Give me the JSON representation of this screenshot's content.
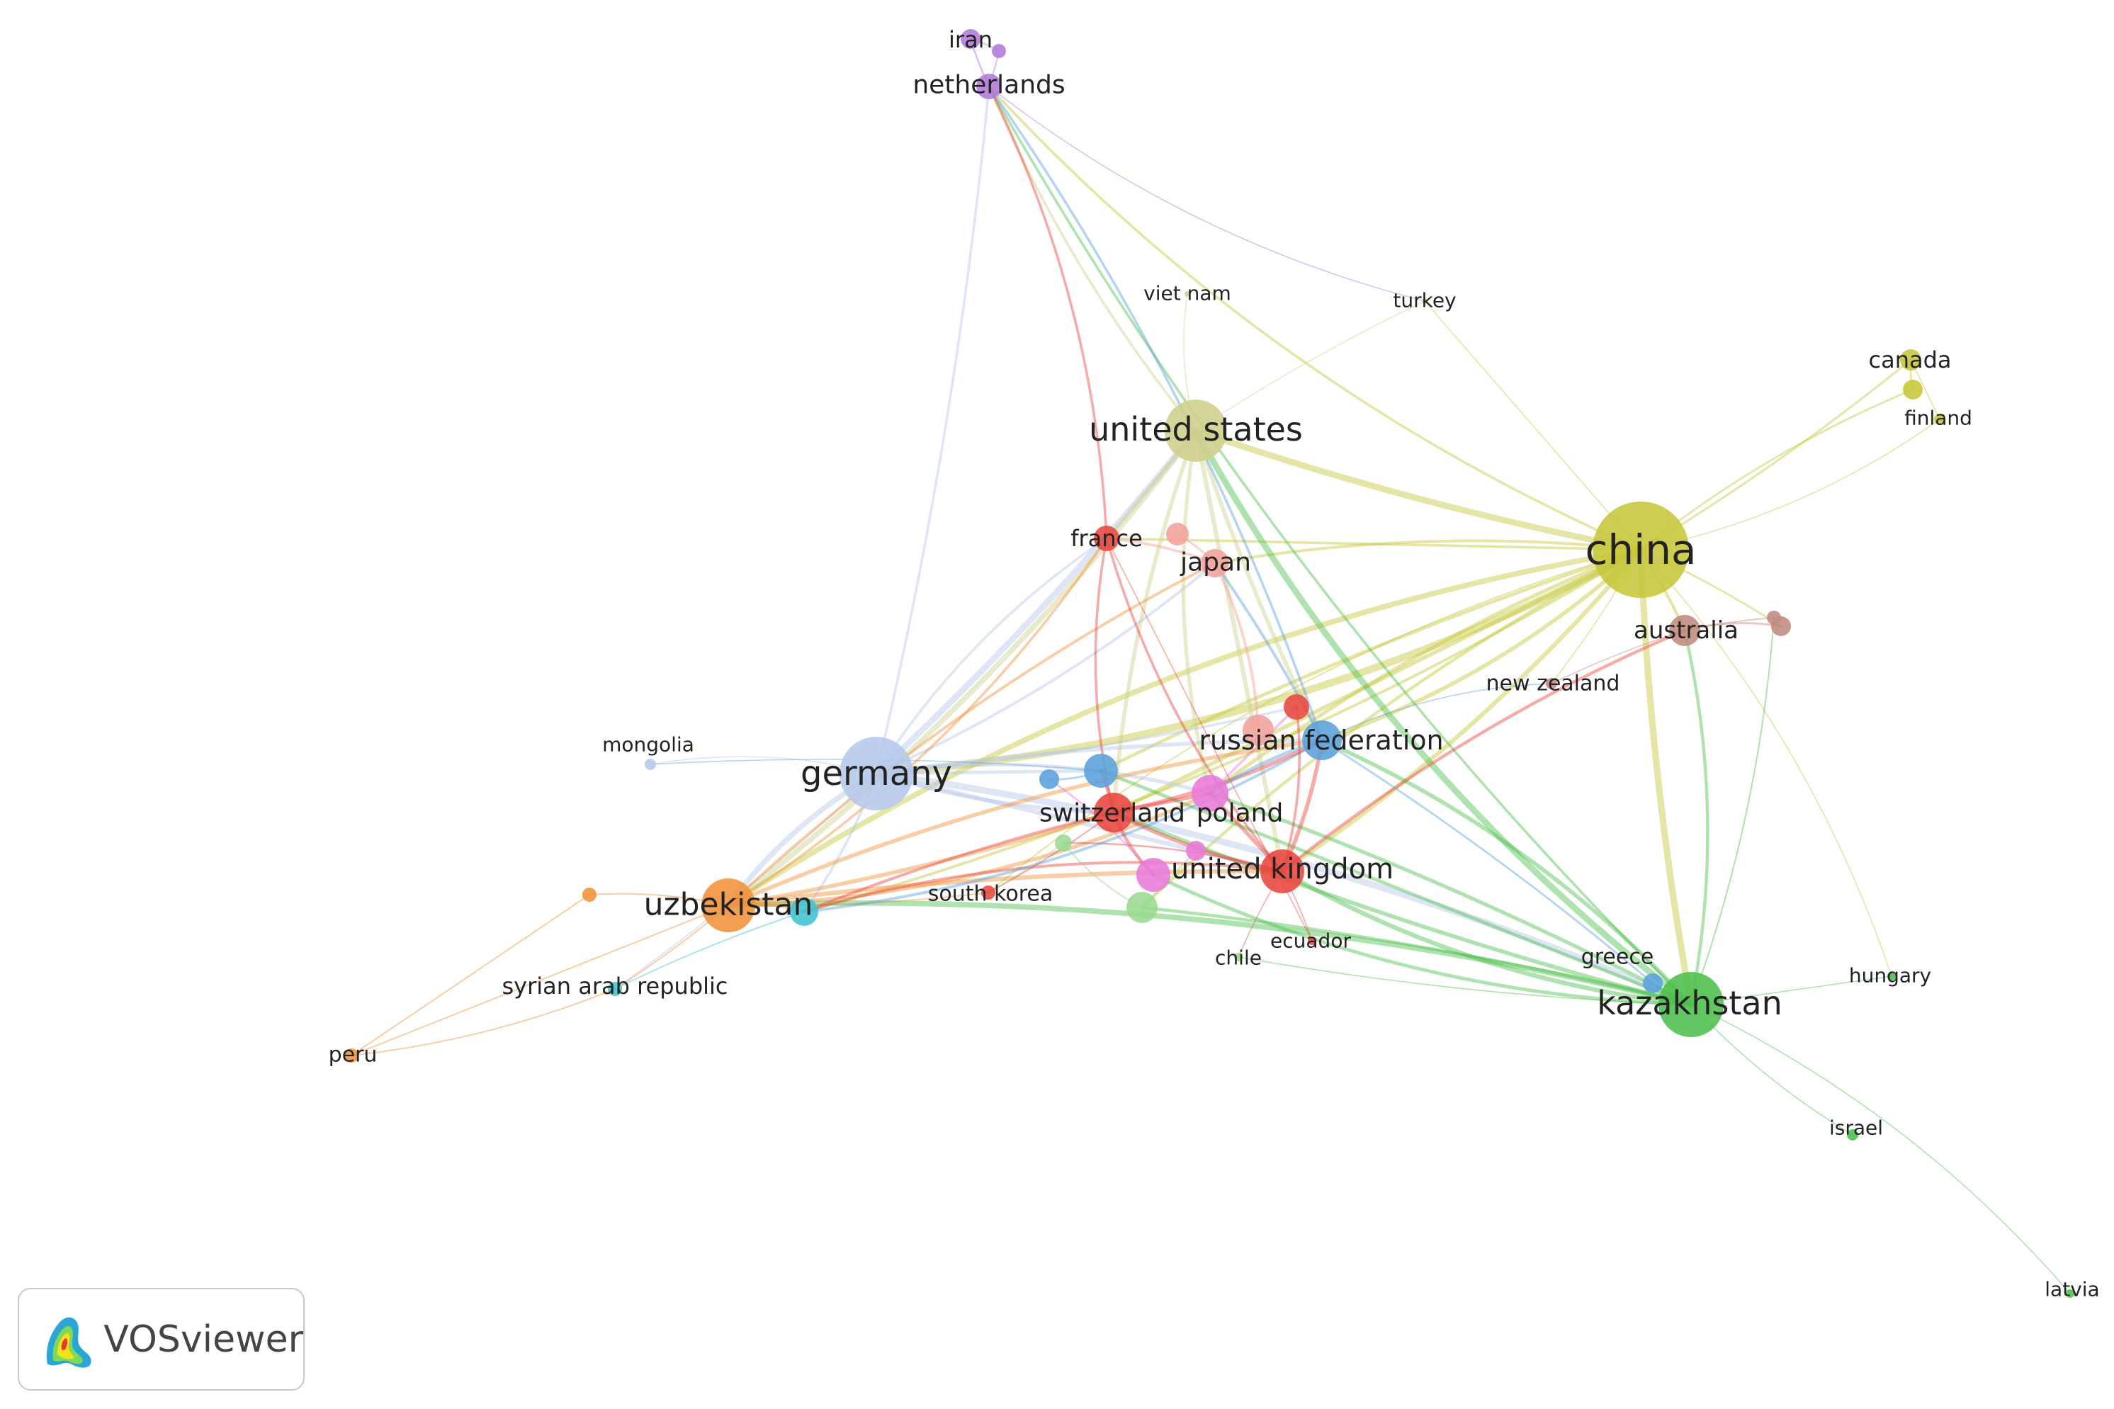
{
  "legend_logo": {
    "text": "VOSviewer",
    "icon": "vosviewer-logo-icon"
  },
  "clusters": {
    "red": "#e8453c",
    "green": "#4cbf4c",
    "blue": "#5aa0dc",
    "yellow": "#c6c63a",
    "purple": "#b07ad8",
    "cyan": "#41c1d2",
    "orange": "#f0923a",
    "brown": "#c08a7e",
    "pink": "#e87ad8",
    "lightgreen": "#98d98f",
    "salmon": "#f2a09a",
    "lightblue": "#b5c8ec",
    "khaki": "#cfcf8c",
    "lavender": "#c9b2f0"
  },
  "nodes": [
    {
      "id": "china",
      "label": "china",
      "cluster": "yellow"
    },
    {
      "id": "germany",
      "label": "germany",
      "cluster": "lightblue"
    },
    {
      "id": "united_states",
      "label": "united states",
      "cluster": "khaki"
    },
    {
      "id": "kazakhstan",
      "label": "kazakhstan",
      "cluster": "green"
    },
    {
      "id": "uzbekistan",
      "label": "uzbekistan",
      "cluster": "orange"
    },
    {
      "id": "united_kingdom",
      "label": "united kingdom",
      "cluster": "red"
    },
    {
      "id": "switzerland",
      "label": "switzerland",
      "cluster": "red"
    },
    {
      "id": "poland",
      "label": "poland",
      "cluster": "pink"
    },
    {
      "id": "russian_federation",
      "label": "russian federation",
      "cluster": "blue"
    },
    {
      "id": "france",
      "label": "france",
      "cluster": "red"
    },
    {
      "id": "japan",
      "label": "japan",
      "cluster": "salmon"
    },
    {
      "id": "australia",
      "label": "australia",
      "cluster": "brown"
    },
    {
      "id": "netherlands",
      "label": "netherlands",
      "cluster": "purple"
    },
    {
      "id": "iran",
      "label": "iran",
      "cluster": "purple"
    },
    {
      "id": "canada",
      "label": "canada",
      "cluster": "yellow"
    },
    {
      "id": "finland",
      "label": "finland",
      "cluster": "yellow"
    },
    {
      "id": "viet_nam",
      "label": "viet nam",
      "cluster": "khaki"
    },
    {
      "id": "turkey",
      "label": "turkey",
      "cluster": "khaki"
    },
    {
      "id": "new_zealand",
      "label": "new zealand",
      "cluster": "brown"
    },
    {
      "id": "mongolia",
      "label": "mongolia",
      "cluster": "lightblue"
    },
    {
      "id": "south_korea",
      "label": "south korea",
      "cluster": "red"
    },
    {
      "id": "syrian_arab_republic",
      "label": "syrian arab republic",
      "cluster": "cyan"
    },
    {
      "id": "peru",
      "label": "peru",
      "cluster": "orange"
    },
    {
      "id": "chile",
      "label": "chile",
      "cluster": "lightgreen"
    },
    {
      "id": "ecuador",
      "label": "ecuador",
      "cluster": "red"
    },
    {
      "id": "greece",
      "label": "greece",
      "cluster": "blue"
    },
    {
      "id": "hungary",
      "label": "hungary",
      "cluster": "green"
    },
    {
      "id": "israel",
      "label": "israel",
      "cluster": "green"
    },
    {
      "id": "latvia",
      "label": "latvia",
      "cluster": "green"
    }
  ],
  "unlabeled_nodes": [
    {
      "id": "blue_a",
      "cluster": "blue"
    },
    {
      "id": "blue_b",
      "cluster": "blue"
    },
    {
      "id": "cyan_a",
      "cluster": "cyan"
    },
    {
      "id": "red_a",
      "cluster": "red"
    },
    {
      "id": "salmon_a",
      "cluster": "salmon"
    },
    {
      "id": "salmon_b",
      "cluster": "salmon"
    },
    {
      "id": "pink_a",
      "cluster": "pink"
    },
    {
      "id": "pink_b",
      "cluster": "pink"
    },
    {
      "id": "lightgreen_a",
      "cluster": "lightgreen"
    },
    {
      "id": "lightgreen_b",
      "cluster": "lightgreen"
    },
    {
      "id": "orange_a",
      "cluster": "orange"
    },
    {
      "id": "yellow_a",
      "cluster": "yellow"
    },
    {
      "id": "brown_a",
      "cluster": "brown"
    },
    {
      "id": "brown_b",
      "cluster": "brown"
    },
    {
      "id": "purple_a",
      "cluster": "purple"
    }
  ],
  "edges": [
    [
      "china",
      "germany"
    ],
    [
      "china",
      "united_states"
    ],
    [
      "china",
      "kazakhstan"
    ],
    [
      "china",
      "uzbekistan"
    ],
    [
      "china",
      "united_kingdom"
    ],
    [
      "china",
      "switzerland"
    ],
    [
      "china",
      "poland"
    ],
    [
      "china",
      "russian_federation"
    ],
    [
      "china",
      "australia"
    ],
    [
      "china",
      "canada"
    ],
    [
      "china",
      "finland"
    ],
    [
      "china",
      "yellow_a"
    ],
    [
      "china",
      "france"
    ],
    [
      "china",
      "japan"
    ],
    [
      "china",
      "netherlands"
    ],
    [
      "china",
      "new_zealand"
    ],
    [
      "china",
      "blue_a"
    ],
    [
      "china",
      "south_korea"
    ],
    [
      "china",
      "cyan_a"
    ],
    [
      "china",
      "turkey"
    ],
    [
      "china",
      "lightgreen_b"
    ],
    [
      "china",
      "hungary"
    ],
    [
      "china",
      "brown_a"
    ],
    [
      "germany",
      "united_states"
    ],
    [
      "germany",
      "uzbekistan"
    ],
    [
      "germany",
      "kazakhstan"
    ],
    [
      "germany",
      "united_kingdom"
    ],
    [
      "germany",
      "switzerland"
    ],
    [
      "germany",
      "poland"
    ],
    [
      "germany",
      "russian_federation"
    ],
    [
      "germany",
      "netherlands"
    ],
    [
      "germany",
      "mongolia"
    ],
    [
      "germany",
      "cyan_a"
    ],
    [
      "germany",
      "blue_a"
    ],
    [
      "germany",
      "japan"
    ],
    [
      "germany",
      "france"
    ],
    [
      "germany",
      "syrian_arab_republic"
    ],
    [
      "germany",
      "red_a"
    ],
    [
      "united_states",
      "kazakhstan"
    ],
    [
      "united_states",
      "uzbekistan"
    ],
    [
      "united_states",
      "united_kingdom"
    ],
    [
      "united_states",
      "switzerland"
    ],
    [
      "united_states",
      "viet_nam"
    ],
    [
      "united_states",
      "turkey"
    ],
    [
      "united_states",
      "russian_federation"
    ],
    [
      "united_states",
      "poland"
    ],
    [
      "united_states",
      "netherlands"
    ],
    [
      "united_states",
      "france"
    ],
    [
      "kazakhstan",
      "uzbekistan"
    ],
    [
      "kazakhstan",
      "united_kingdom"
    ],
    [
      "kazakhstan",
      "switzerland"
    ],
    [
      "kazakhstan",
      "poland"
    ],
    [
      "kazakhstan",
      "russian_federation"
    ],
    [
      "kazakhstan",
      "greece"
    ],
    [
      "kazakhstan",
      "hungary"
    ],
    [
      "kazakhstan",
      "israel"
    ],
    [
      "kazakhstan",
      "latvia"
    ],
    [
      "kazakhstan",
      "chile"
    ],
    [
      "kazakhstan",
      "lightgreen_b"
    ],
    [
      "kazakhstan",
      "australia"
    ],
    [
      "kazakhstan",
      "netherlands"
    ],
    [
      "kazakhstan",
      "blue_a"
    ],
    [
      "kazakhstan",
      "brown_b"
    ],
    [
      "kazakhstan",
      "pink_a"
    ],
    [
      "uzbekistan",
      "united_kingdom"
    ],
    [
      "uzbekistan",
      "switzerland"
    ],
    [
      "uzbekistan",
      "poland"
    ],
    [
      "uzbekistan",
      "russian_federation"
    ],
    [
      "uzbekistan",
      "peru"
    ],
    [
      "uzbekistan",
      "orange_a"
    ],
    [
      "uzbekistan",
      "cyan_a"
    ],
    [
      "uzbekistan",
      "syrian_arab_republic"
    ],
    [
      "uzbekistan",
      "south_korea"
    ],
    [
      "uzbekistan",
      "france"
    ],
    [
      "uzbekistan",
      "japan"
    ],
    [
      "peru",
      "orange_a"
    ],
    [
      "peru",
      "syrian_arab_republic"
    ],
    [
      "cyan_a",
      "united_kingdom"
    ],
    [
      "cyan_a",
      "switzerland"
    ],
    [
      "cyan_a",
      "syrian_arab_republic"
    ],
    [
      "cyan_a",
      "russian_federation"
    ],
    [
      "united_kingdom",
      "switzerland"
    ],
    [
      "united_kingdom",
      "poland"
    ],
    [
      "united_kingdom",
      "russian_federation"
    ],
    [
      "united_kingdom",
      "france"
    ],
    [
      "united_kingdom",
      "ecuador"
    ],
    [
      "united_kingdom",
      "chile"
    ],
    [
      "united_kingdom",
      "red_a"
    ],
    [
      "united_kingdom",
      "australia"
    ],
    [
      "switzerland",
      "poland"
    ],
    [
      "switzerland",
      "russian_federation"
    ],
    [
      "switzerland",
      "france"
    ],
    [
      "switzerland",
      "south_korea"
    ],
    [
      "switzerland",
      "blue_a"
    ],
    [
      "switzerland",
      "pink_a"
    ],
    [
      "poland",
      "russian_federation"
    ],
    [
      "poland",
      "red_a"
    ],
    [
      "russian_federation",
      "netherlands"
    ],
    [
      "russian_federation",
      "new_zealand"
    ],
    [
      "russian_federation",
      "greece"
    ],
    [
      "russian_federation",
      "japan"
    ],
    [
      "france",
      "netherlands"
    ],
    [
      "france",
      "japan"
    ],
    [
      "france",
      "ecuador"
    ],
    [
      "japan",
      "salmon_a"
    ],
    [
      "japan",
      "salmon_b"
    ],
    [
      "netherlands",
      "iran"
    ],
    [
      "netherlands",
      "purple_a"
    ],
    [
      "netherlands",
      "turkey"
    ],
    [
      "iran",
      "purple_a"
    ],
    [
      "canada",
      "finland"
    ],
    [
      "canada",
      "yellow_a"
    ],
    [
      "australia",
      "brown_a"
    ],
    [
      "australia",
      "brown_b"
    ],
    [
      "australia",
      "new_zealand"
    ],
    [
      "lightgreen_a",
      "lightgreen_b"
    ],
    [
      "lightgreen_a",
      "united_kingdom"
    ],
    [
      "lightgreen_b",
      "pink_b"
    ],
    [
      "pink_a",
      "blue_b"
    ],
    [
      "blue_a",
      "blue_b"
    ],
    [
      "mongolia",
      "blue_a"
    ],
    [
      "south_korea",
      "lightgreen_a"
    ]
  ]
}
